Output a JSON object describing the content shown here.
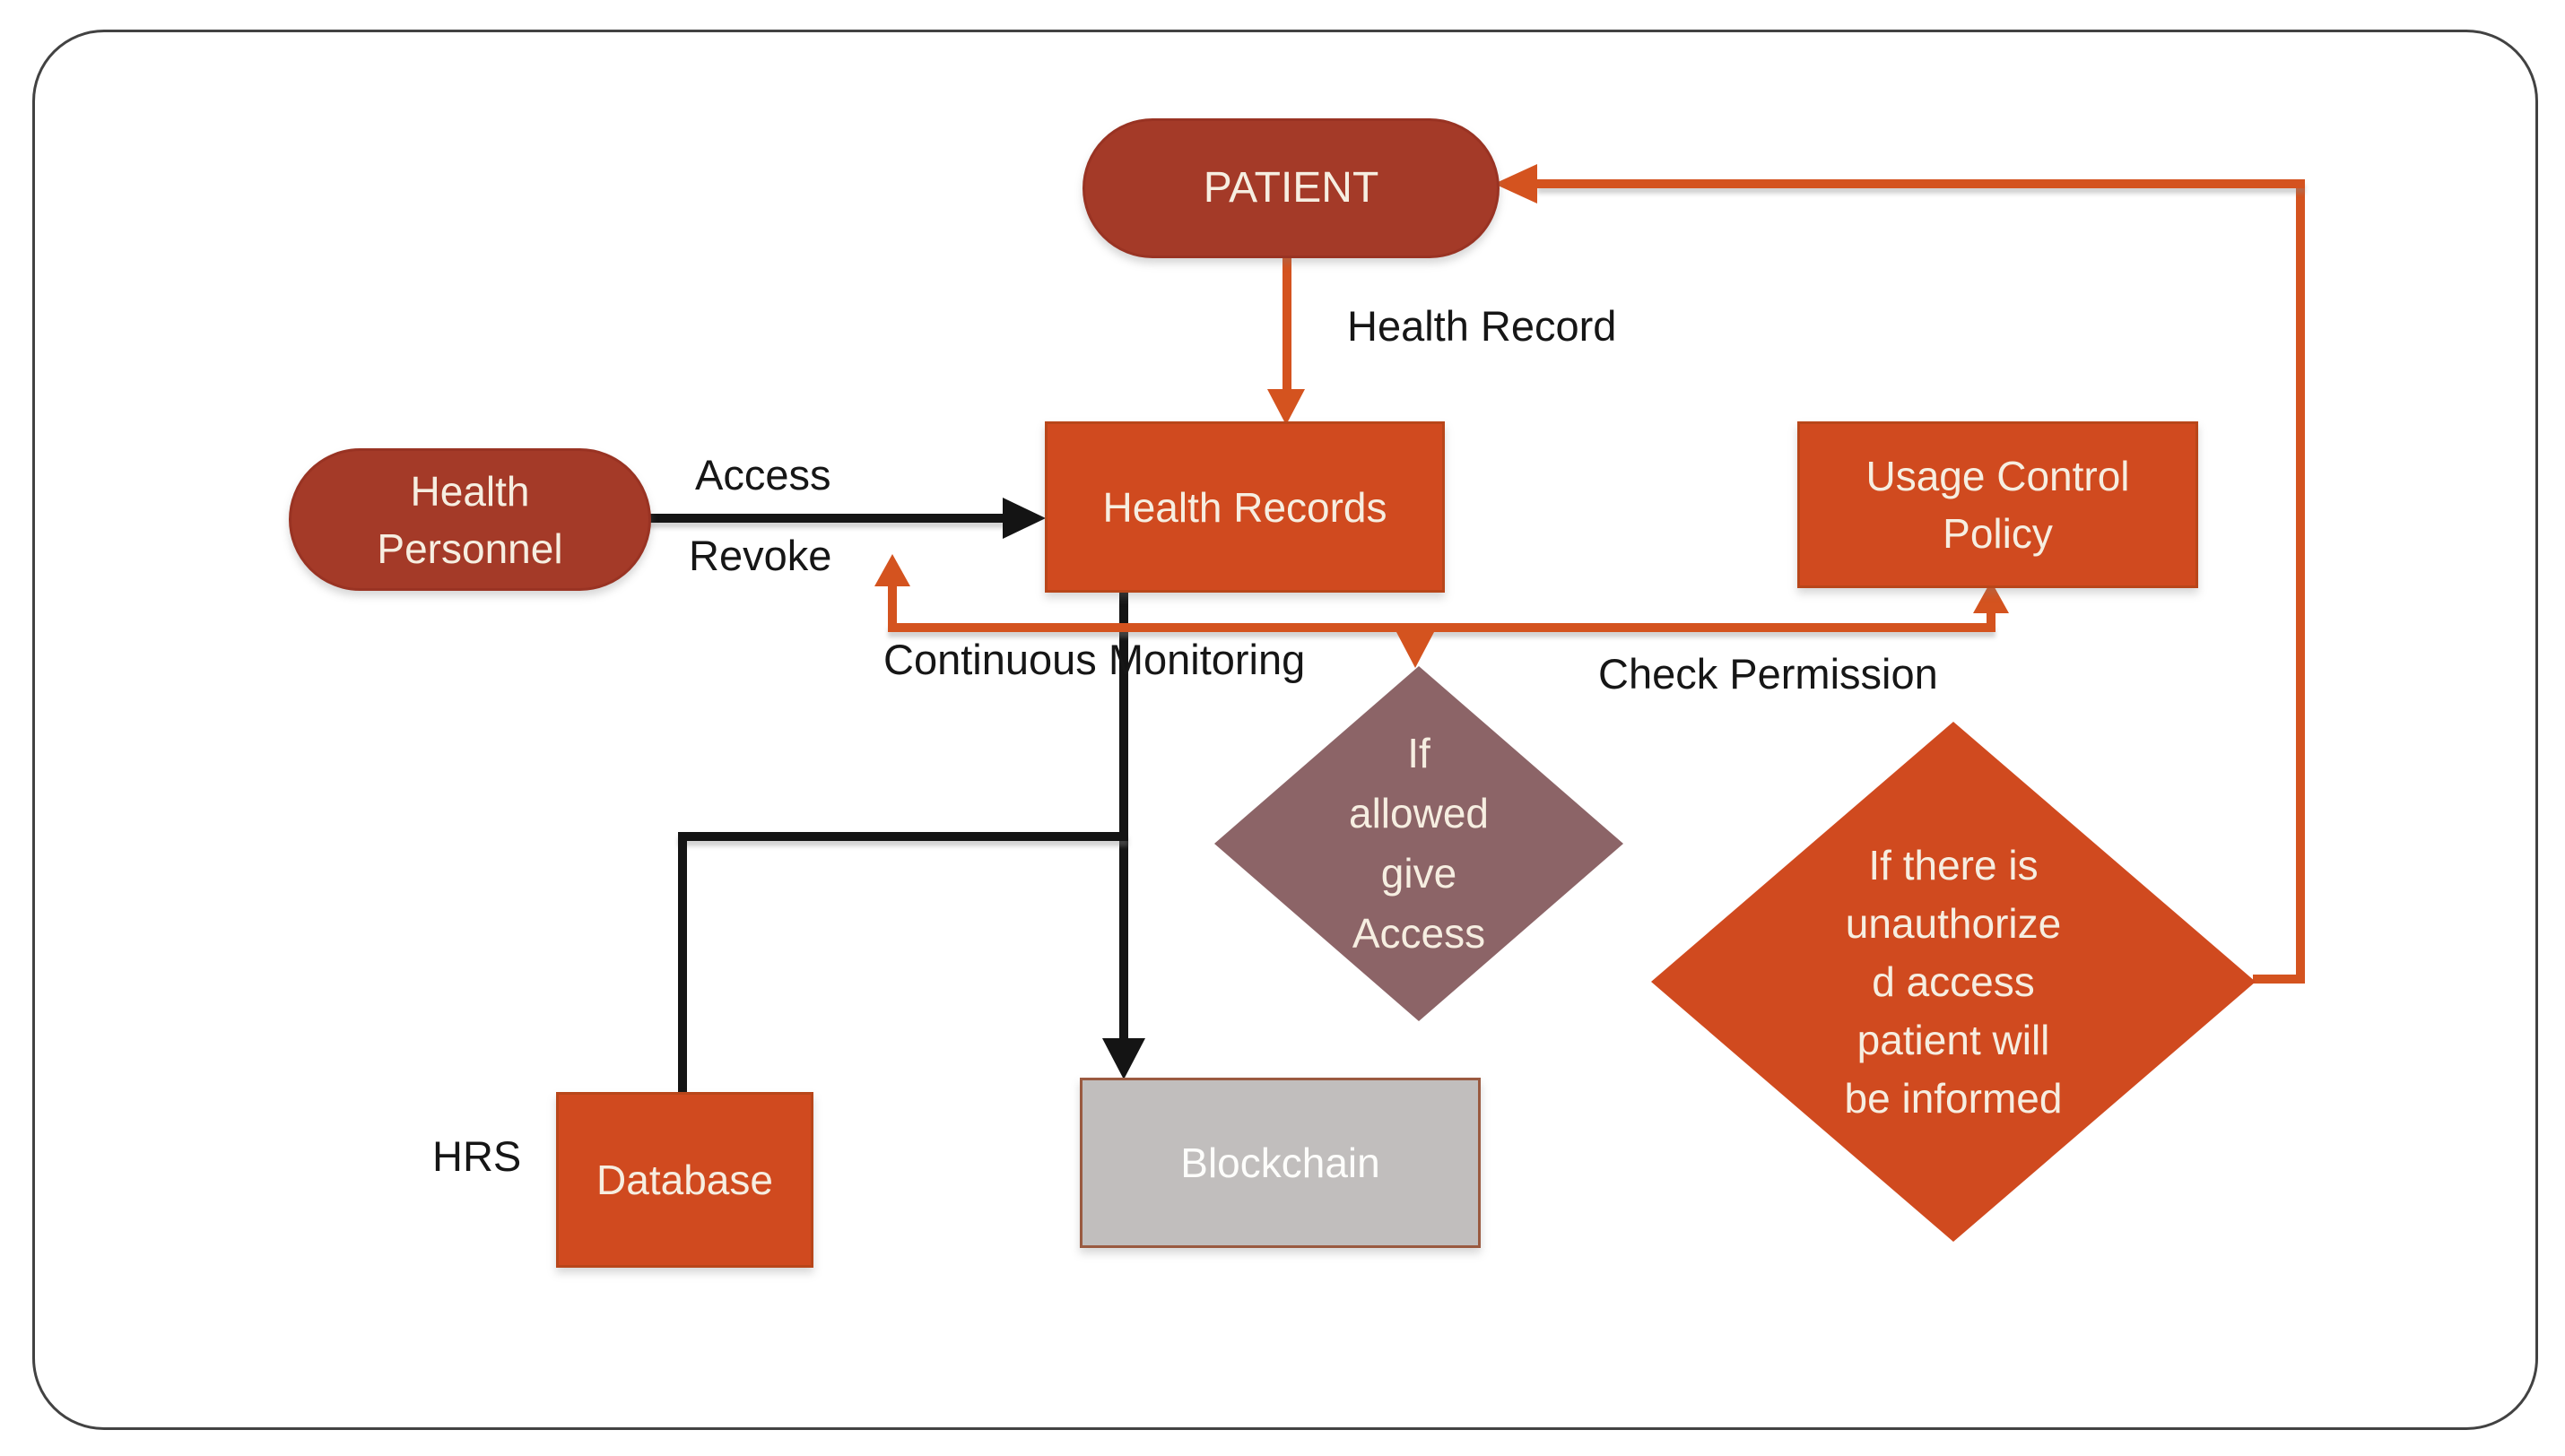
{
  "colors": {
    "brick_red": "#A43A28",
    "box_orange": "#D04A1F",
    "connector_orange": "#D4531F",
    "mauve": "#8C6467",
    "gray_box": "#C1BEBD",
    "gray_box_border": "#9A5A40",
    "black_line": "#141414",
    "frame_border": "#424242",
    "node_text": "#F6EEE1",
    "label_text": "#161616"
  },
  "nodes": {
    "patient": {
      "label": "PATIENT"
    },
    "health_personnel": {
      "lines": [
        "Health",
        "Personnel"
      ]
    },
    "health_records": {
      "label": "Health Records"
    },
    "usage_control_policy": {
      "lines": [
        "Usage Control",
        "Policy"
      ]
    },
    "if_allowed_diamond": {
      "lines": [
        "If",
        "allowed",
        "give",
        "Access"
      ]
    },
    "unauthorized_diamond": {
      "lines": [
        "If there is",
        "unauthorize",
        "d access",
        "patient will",
        "be informed"
      ]
    },
    "database": {
      "label": "Database"
    },
    "blockchain": {
      "label": "Blockchain"
    }
  },
  "labels": {
    "hrs": "HRS",
    "health_record": "Health Record",
    "access": "Access",
    "revoke": "Revoke",
    "continuous_monitoring": "Continuous Monitoring",
    "check_permission": "Check Permission"
  }
}
